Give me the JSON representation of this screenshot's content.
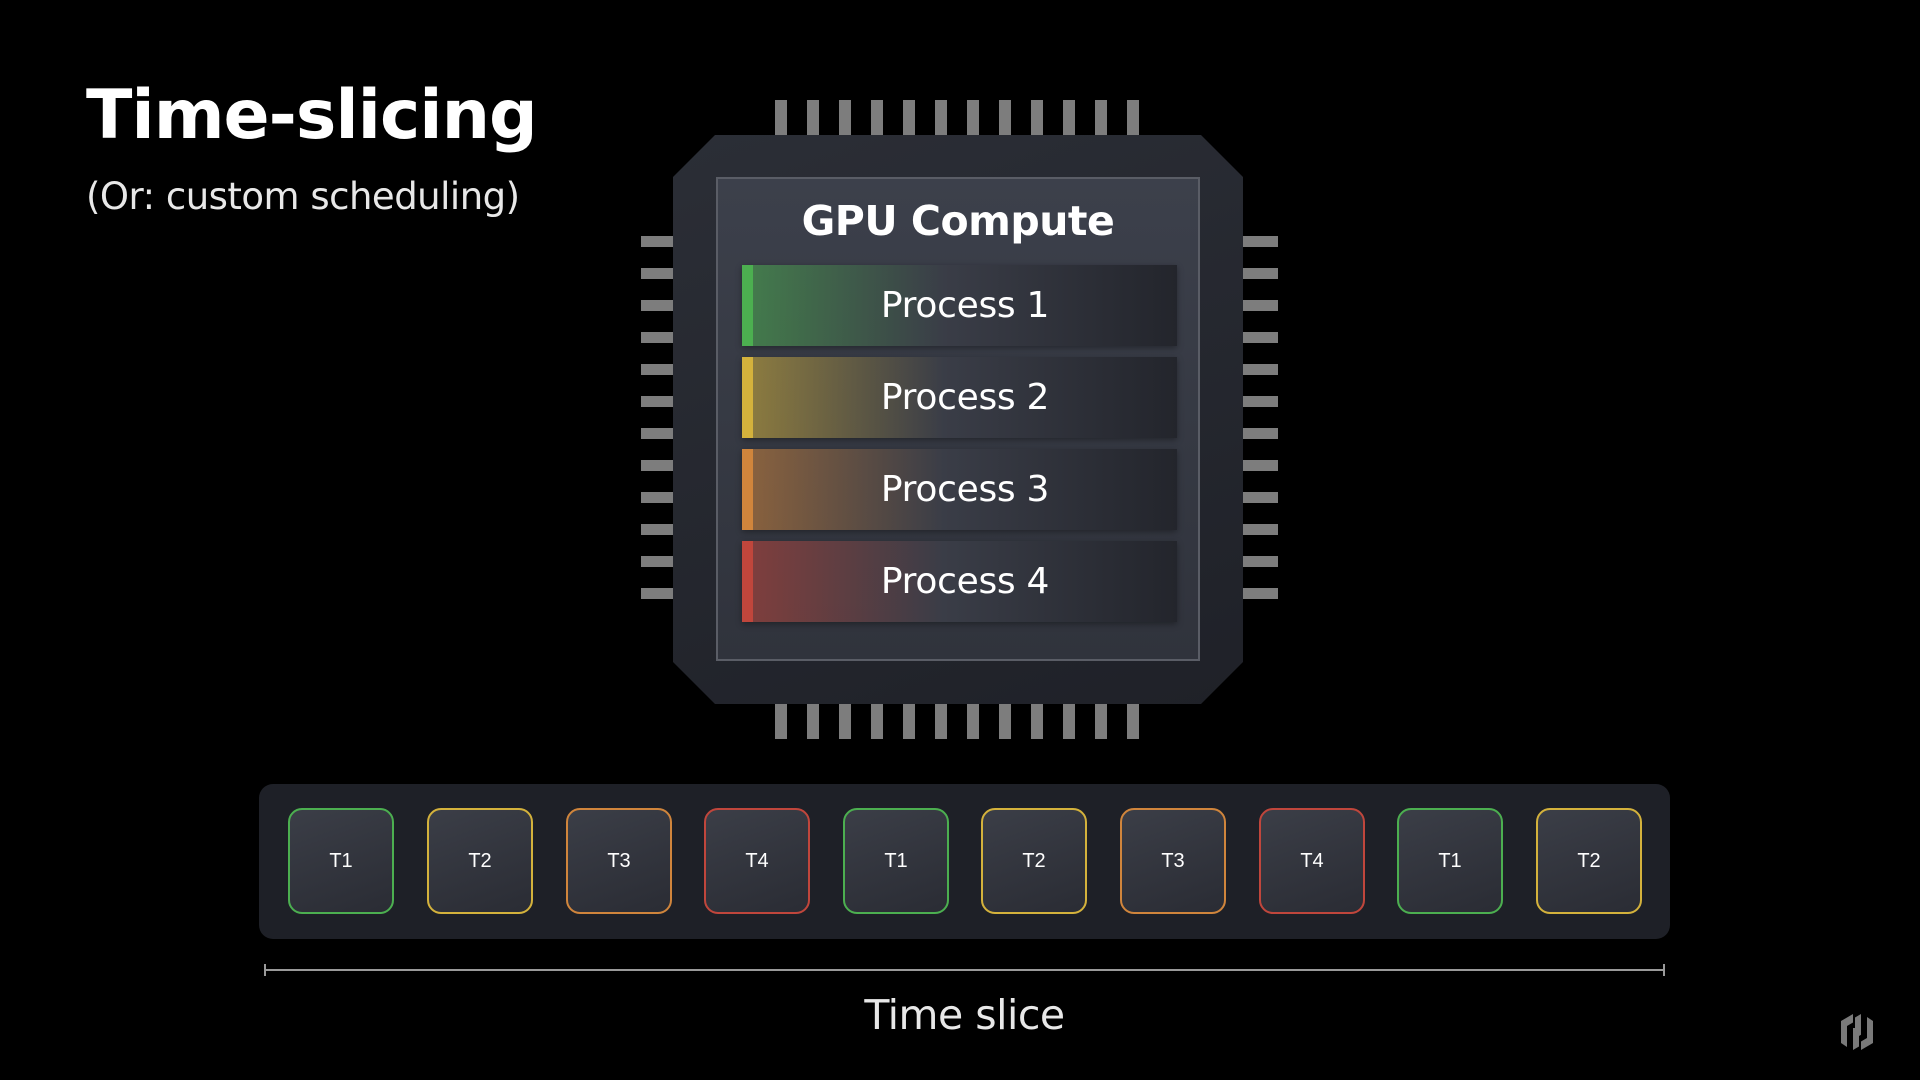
{
  "slide": {
    "title": "Time-slicing",
    "subtitle": "(Or: custom scheduling)"
  },
  "chip": {
    "title": "GPU Compute",
    "processes": [
      {
        "label": "Process 1",
        "color": "#4caf50"
      },
      {
        "label": "Process 2",
        "color": "#d4b23c"
      },
      {
        "label": "Process 3",
        "color": "#d0853c"
      },
      {
        "label": "Process 4",
        "color": "#c0463c"
      }
    ]
  },
  "timeline": {
    "slots": [
      {
        "label": "T1",
        "color": "#4caf50"
      },
      {
        "label": "T2",
        "color": "#d4b23c"
      },
      {
        "label": "T3",
        "color": "#d0853c"
      },
      {
        "label": "T4",
        "color": "#c0463c"
      },
      {
        "label": "T1",
        "color": "#4caf50"
      },
      {
        "label": "T2",
        "color": "#d4b23c"
      },
      {
        "label": "T3",
        "color": "#d0853c"
      },
      {
        "label": "T4",
        "color": "#c0463c"
      },
      {
        "label": "T1",
        "color": "#4caf50"
      },
      {
        "label": "T2",
        "color": "#d4b23c"
      }
    ],
    "axis_label": "Time slice"
  },
  "logo": {
    "icon": "hashicorp-logo-icon"
  }
}
